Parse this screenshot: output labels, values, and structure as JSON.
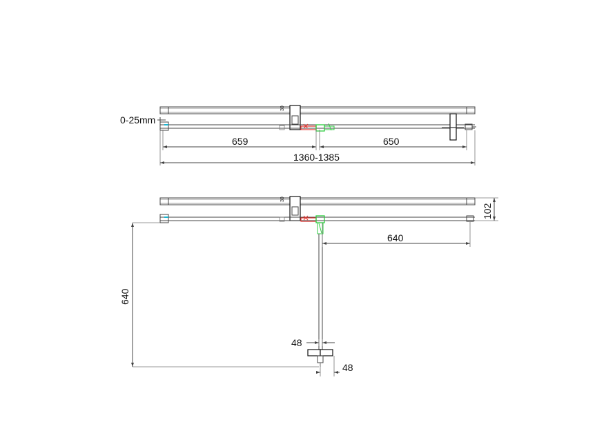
{
  "colors": {
    "line": "#444444",
    "text": "#111111",
    "red_part": "#e53935",
    "green_part": "#2ecc40",
    "cyan_part": "#19b6d2"
  },
  "top_view": {
    "tolerance_label": "0-25mm",
    "dim_left": "659",
    "dim_right": "650",
    "dim_total": "1360-1385",
    "bracket_tag": "30"
  },
  "bottom_view": {
    "dim_depth": "102",
    "dim_door_width": "640",
    "dim_side_length": "640",
    "dim_handle_offset": "48",
    "dim_end_offset": "48",
    "bracket_tag": "30"
  }
}
